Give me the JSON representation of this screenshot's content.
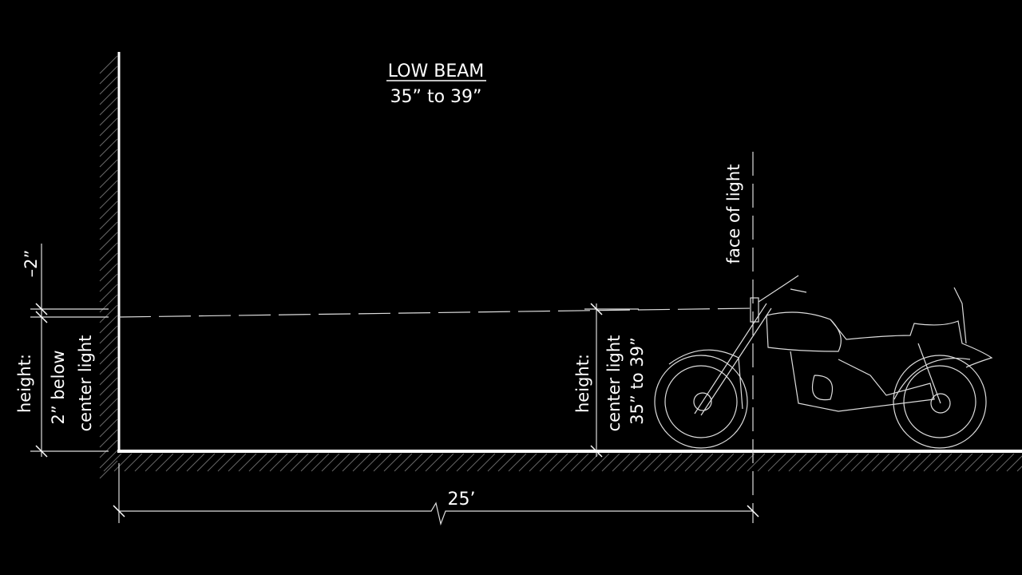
{
  "title": {
    "line1": "LOW BEAM",
    "line2": "35” to 39”"
  },
  "labels": {
    "face_of_light": "face of light",
    "offset": "–2”",
    "wall_height_label": "height:",
    "wall_height_line1": "2” below",
    "wall_height_line2": "center light",
    "bike_height_label": "height:",
    "bike_height_line1": "center light",
    "bike_height_line2": "35” to 39”",
    "distance": "25’"
  },
  "colors": {
    "background": "#000000",
    "lines": "#ffffff",
    "hatch": "#666666"
  }
}
